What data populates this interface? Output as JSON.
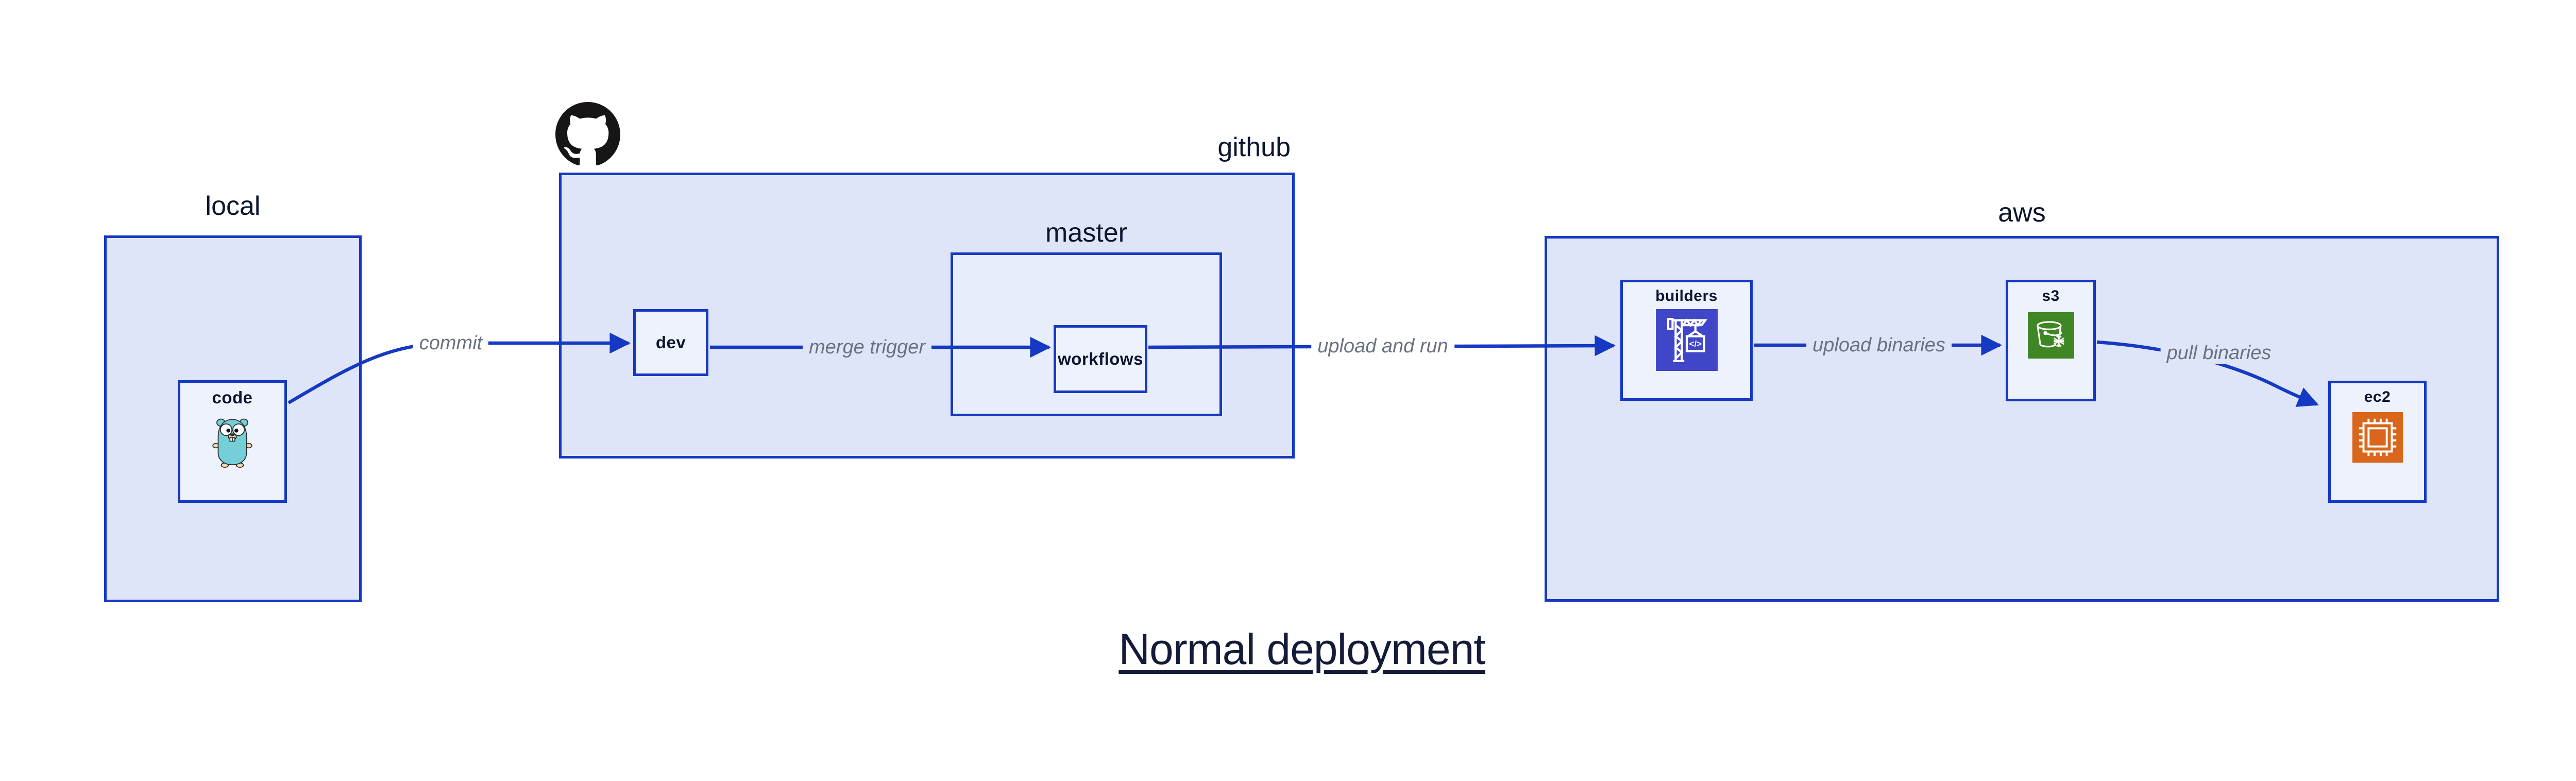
{
  "title": "Normal deployment",
  "groups": {
    "local": {
      "label": "local"
    },
    "github": {
      "label": "github"
    },
    "master": {
      "label": "master"
    },
    "aws": {
      "label": "aws"
    }
  },
  "nodes": {
    "code": {
      "label": "code",
      "icon": "go-gopher-icon"
    },
    "dev": {
      "label": "dev"
    },
    "workflows": {
      "label": "workflows"
    },
    "builders": {
      "label": "builders",
      "icon": "aws-codebuild-icon"
    },
    "s3": {
      "label": "s3",
      "icon": "aws-s3-glacier-icon"
    },
    "ec2": {
      "label": "ec2",
      "icon": "aws-ec2-icon"
    }
  },
  "edges": {
    "commit": {
      "label": "commit"
    },
    "merge_trigger": {
      "label": "merge trigger"
    },
    "upload_and_run": {
      "label": "upload and run"
    },
    "upload_binaries": {
      "label": "upload binaries"
    },
    "pull_binaries": {
      "label": "pull binaries"
    }
  },
  "icons": {
    "github_logo": "github-octocat-icon",
    "codebuild_glyph": "</>"
  },
  "colors": {
    "border_blue": "#1539c3",
    "group_fill": "#dfe5f8",
    "subgroup_fill": "#e8edfb",
    "node_fill": "#eef2fc",
    "edge_label_gray": "#6a7280",
    "text_navy": "#0d1530",
    "codebuild_purple": "#4046c8",
    "s3_glacier_green": "#3f8624",
    "ec2_orange": "#d9661a",
    "gopher_teal": "#74cfd8",
    "github_black": "#171515"
  }
}
